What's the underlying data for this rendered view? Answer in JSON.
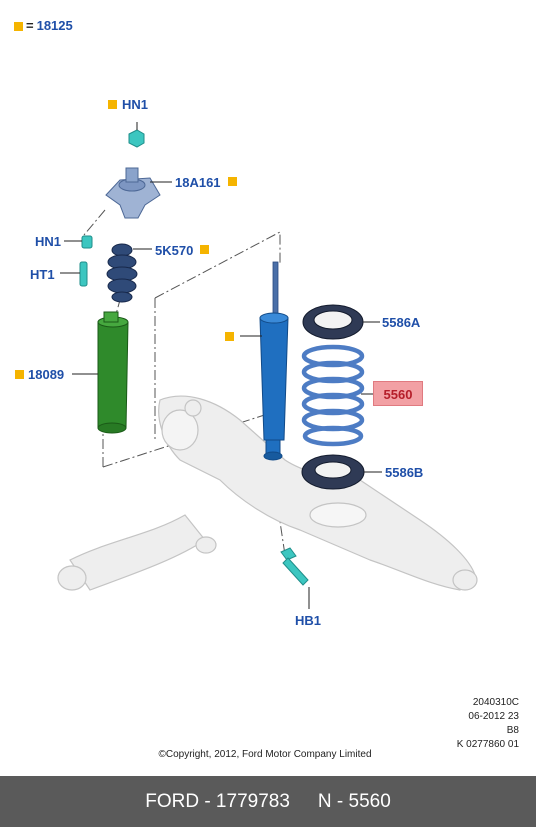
{
  "legend": {
    "symbol": "=",
    "part": "18125"
  },
  "parts": {
    "hn1_top": "HN1",
    "mount": "18A161",
    "hn1_left": "HN1",
    "bump_stop": "5K570",
    "ht1": "HT1",
    "dust_cover": "18089",
    "upper_seat": "5586A",
    "spring": "5560",
    "lower_seat": "5586B",
    "bolt": "HB1"
  },
  "meta": {
    "code": "2040310C",
    "date": "06-2012 23",
    "rev": "B8",
    "ref": "K 0277860 01"
  },
  "copyright": "©Copyright, 2012, Ford Motor Company Limited",
  "footer": {
    "left": "FORD - 1779783",
    "right": "N - 5560"
  },
  "colors": {
    "label": "#1f4fa8",
    "marker": "#f5b400",
    "highlight": "#f2a0a4",
    "footer_bg": "#5a5a5a"
  }
}
